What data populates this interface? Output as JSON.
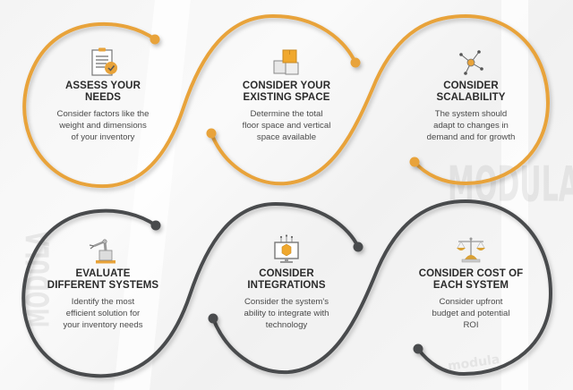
{
  "colors": {
    "orange": "#E8A33A",
    "gray": "#4a4b4d",
    "title": "#2b2b2b",
    "text": "#4a4a4a",
    "background": "#f5f5f5"
  },
  "watermarks": [
    "MODULA",
    "modula"
  ],
  "steps": [
    {
      "title_line1": "ASSESS YOUR",
      "title_line2": "NEEDS",
      "desc_line1": "Consider factors like the",
      "desc_line2": "weight and dimensions",
      "desc_line3": "of your inventory",
      "icon": "clipboard-check-icon"
    },
    {
      "title_line1": "CONSIDER YOUR",
      "title_line2": "EXISTING SPACE",
      "desc_line1": "Determine the total",
      "desc_line2": "floor space and vertical",
      "desc_line3": "space available",
      "icon": "stacked-boxes-icon"
    },
    {
      "title_line1": "CONSIDER",
      "title_line2": "SCALABILITY",
      "desc_line1": "The system should",
      "desc_line2": "adapt to changes in",
      "desc_line3": "demand and for growth",
      "icon": "network-node-icon"
    },
    {
      "title_line1": "EVALUATE",
      "title_line2": "DIFFERENT SYSTEMS",
      "desc_line1": "Identify the most",
      "desc_line2": "efficient solution for",
      "desc_line3": "your inventory needs",
      "icon": "robotic-arm-icon"
    },
    {
      "title_line1": "CONSIDER",
      "title_line2": "INTEGRATIONS",
      "desc_line1": "Consider the system's",
      "desc_line2": "ability to integrate with",
      "desc_line3": "technology",
      "icon": "computer-integration-icon"
    },
    {
      "title_line1": "CONSIDER COST OF",
      "title_line2": "EACH SYSTEM",
      "desc_line1": "Consider upfront",
      "desc_line2": "budget and potential",
      "desc_line3": "ROI",
      "icon": "balance-scale-icon"
    }
  ]
}
